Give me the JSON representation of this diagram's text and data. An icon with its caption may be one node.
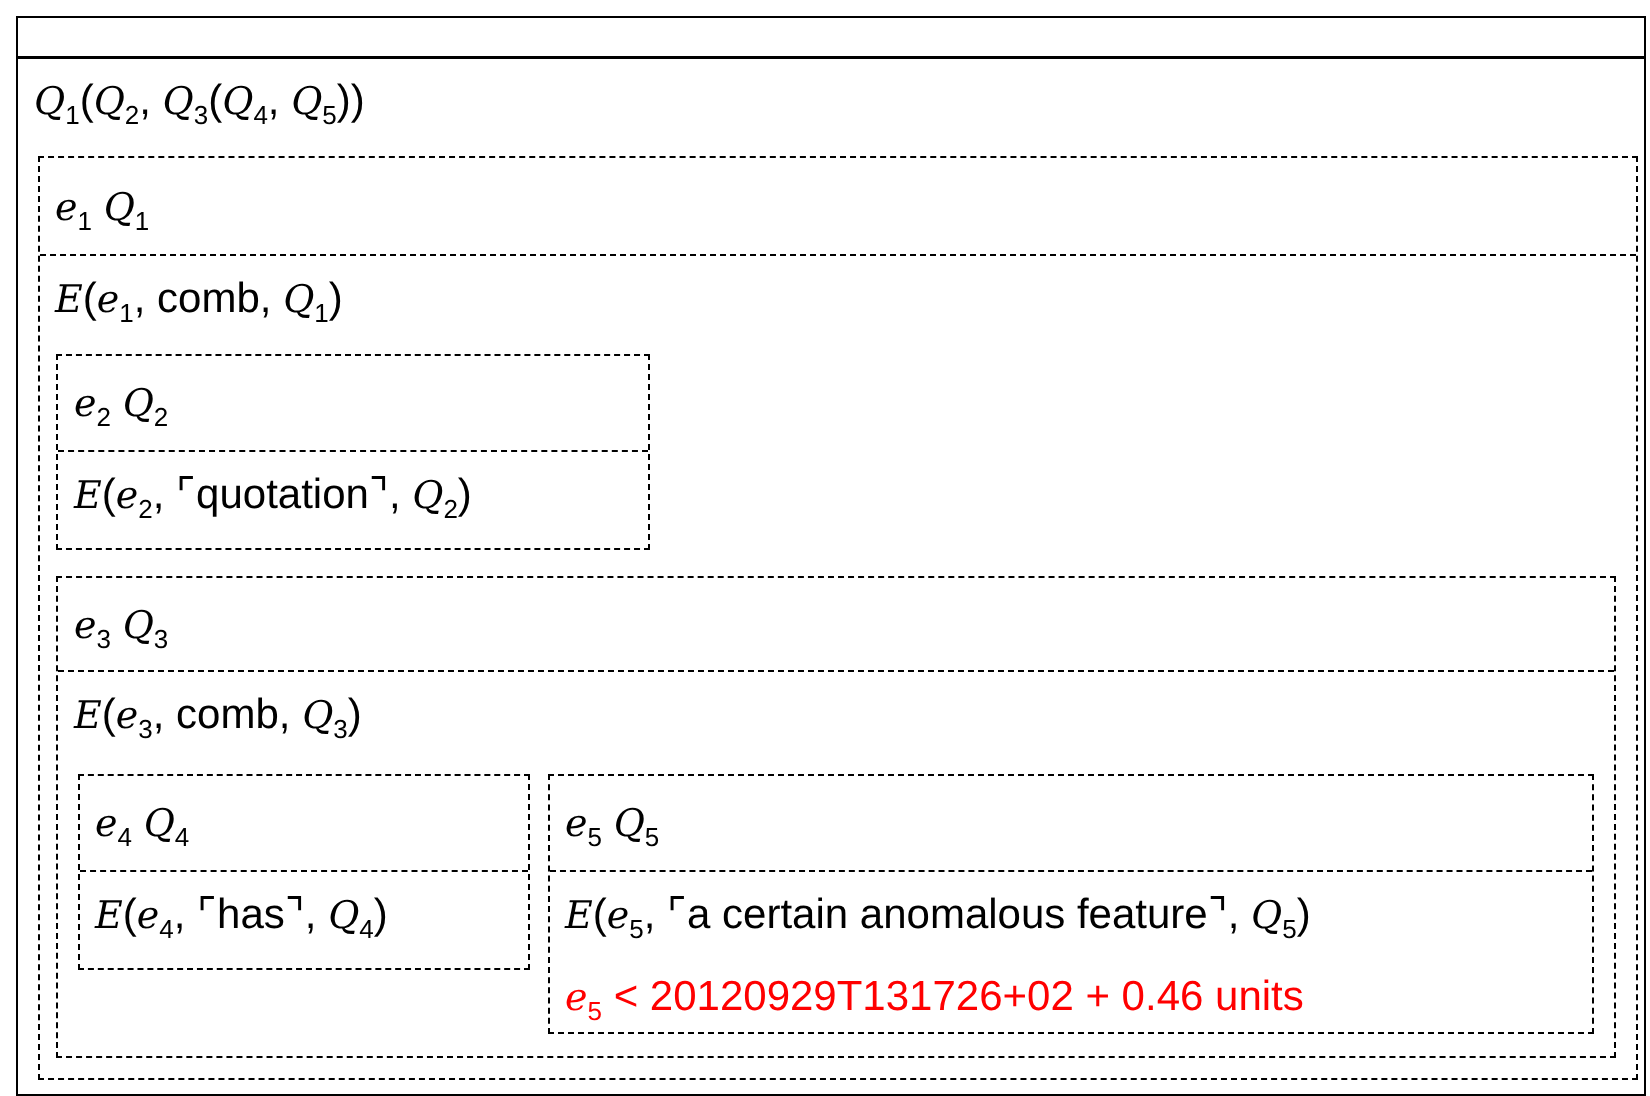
{
  "diagram": {
    "nodes": [
      {
        "text": [
          "*Q*$_{1}$(*Q*$_{2}$, *Q*$_{3}$(*Q*$_{4}$, *Q*$_{5}$))"
        ]
      },
      {
        "text": [
          "*e*$_{1}$ *Q*$_{1}$",
          "*E*(*e*$_{1}$, comb, *Q*$_{1}$)"
        ],
        "in": 0
      },
      {
        "text": [
          "*e*$_{2}$ *Q*$_{2}$",
          "*E*(*e*$_{2}$, ⌜quotation⌝, *Q*$_{2}$)"
        ],
        "in": 1
      },
      {
        "text": [
          "*e*$_{3}$ *Q*$_{3}$",
          "*E*(*e*$_{3}$, comb, *Q*$_{3}$)"
        ],
        "in": 1
      },
      {
        "text": [
          "*e*$_{4}$ *Q*$_{4}$",
          "*E*(*e*$_{4}$, ⌜has⌝, *Q*$_{4}$)"
        ],
        "in": 3
      },
      {
        "text": [
          "*e*$_{5}$ *Q*$_{5}$",
          "*E*(*e*$_{5}$, ⌜a certain anomalous feature⌝, *Q*$_{5}$)",
          "*e*$_{5}$ < 20120929T131726+02 + 0.46 units"
        ],
        "in": 3
      }
    ]
  }
}
